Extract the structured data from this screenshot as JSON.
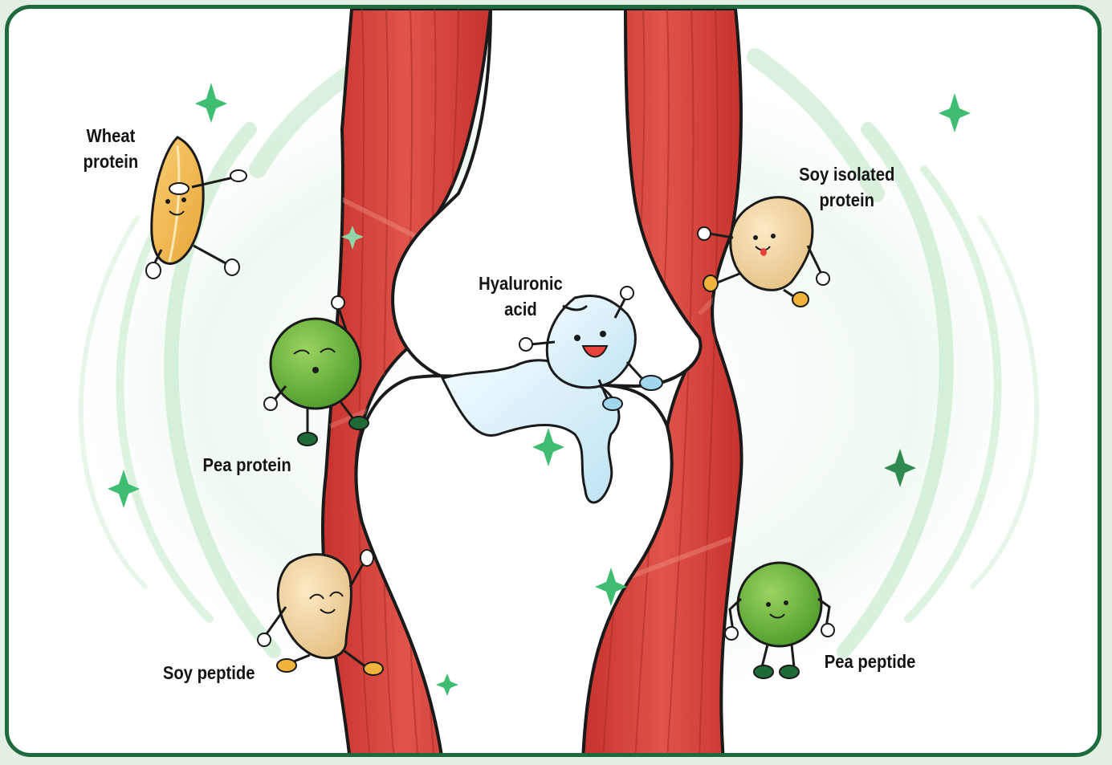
{
  "colors": {
    "frame_border": "#1d6b3c",
    "muscle": "#d8433c",
    "muscle_dark": "#b7302c",
    "sparkle": "#3fbd72",
    "glow_rings": "#bfe8c8",
    "pea_green": "#63b83a",
    "soy_beige": "#f2d59f",
    "wheat_yellow": "#f1b64c",
    "hyaluronic_blue": "#d7eef9"
  },
  "labels": {
    "wheat_protein": [
      "Wheat",
      "protein"
    ],
    "pea_protein": "Pea protein",
    "soy_peptide": "Soy peptide",
    "hyaluronic_acid": [
      "Hyaluronic",
      "acid"
    ],
    "soy_isolated_protein": [
      "Soy isolated",
      "protein"
    ],
    "pea_peptide": "Pea peptide"
  },
  "characters": [
    {
      "name": "wheat-protein-character",
      "icon": "wheat-grain-icon"
    },
    {
      "name": "pea-protein-character",
      "icon": "pea-icon"
    },
    {
      "name": "soy-peptide-character",
      "icon": "soybean-icon"
    },
    {
      "name": "hyaluronic-acid-character",
      "icon": "water-droplet-icon"
    },
    {
      "name": "soy-isolated-protein-character",
      "icon": "soybean-icon"
    },
    {
      "name": "pea-peptide-character",
      "icon": "pea-icon"
    }
  ]
}
